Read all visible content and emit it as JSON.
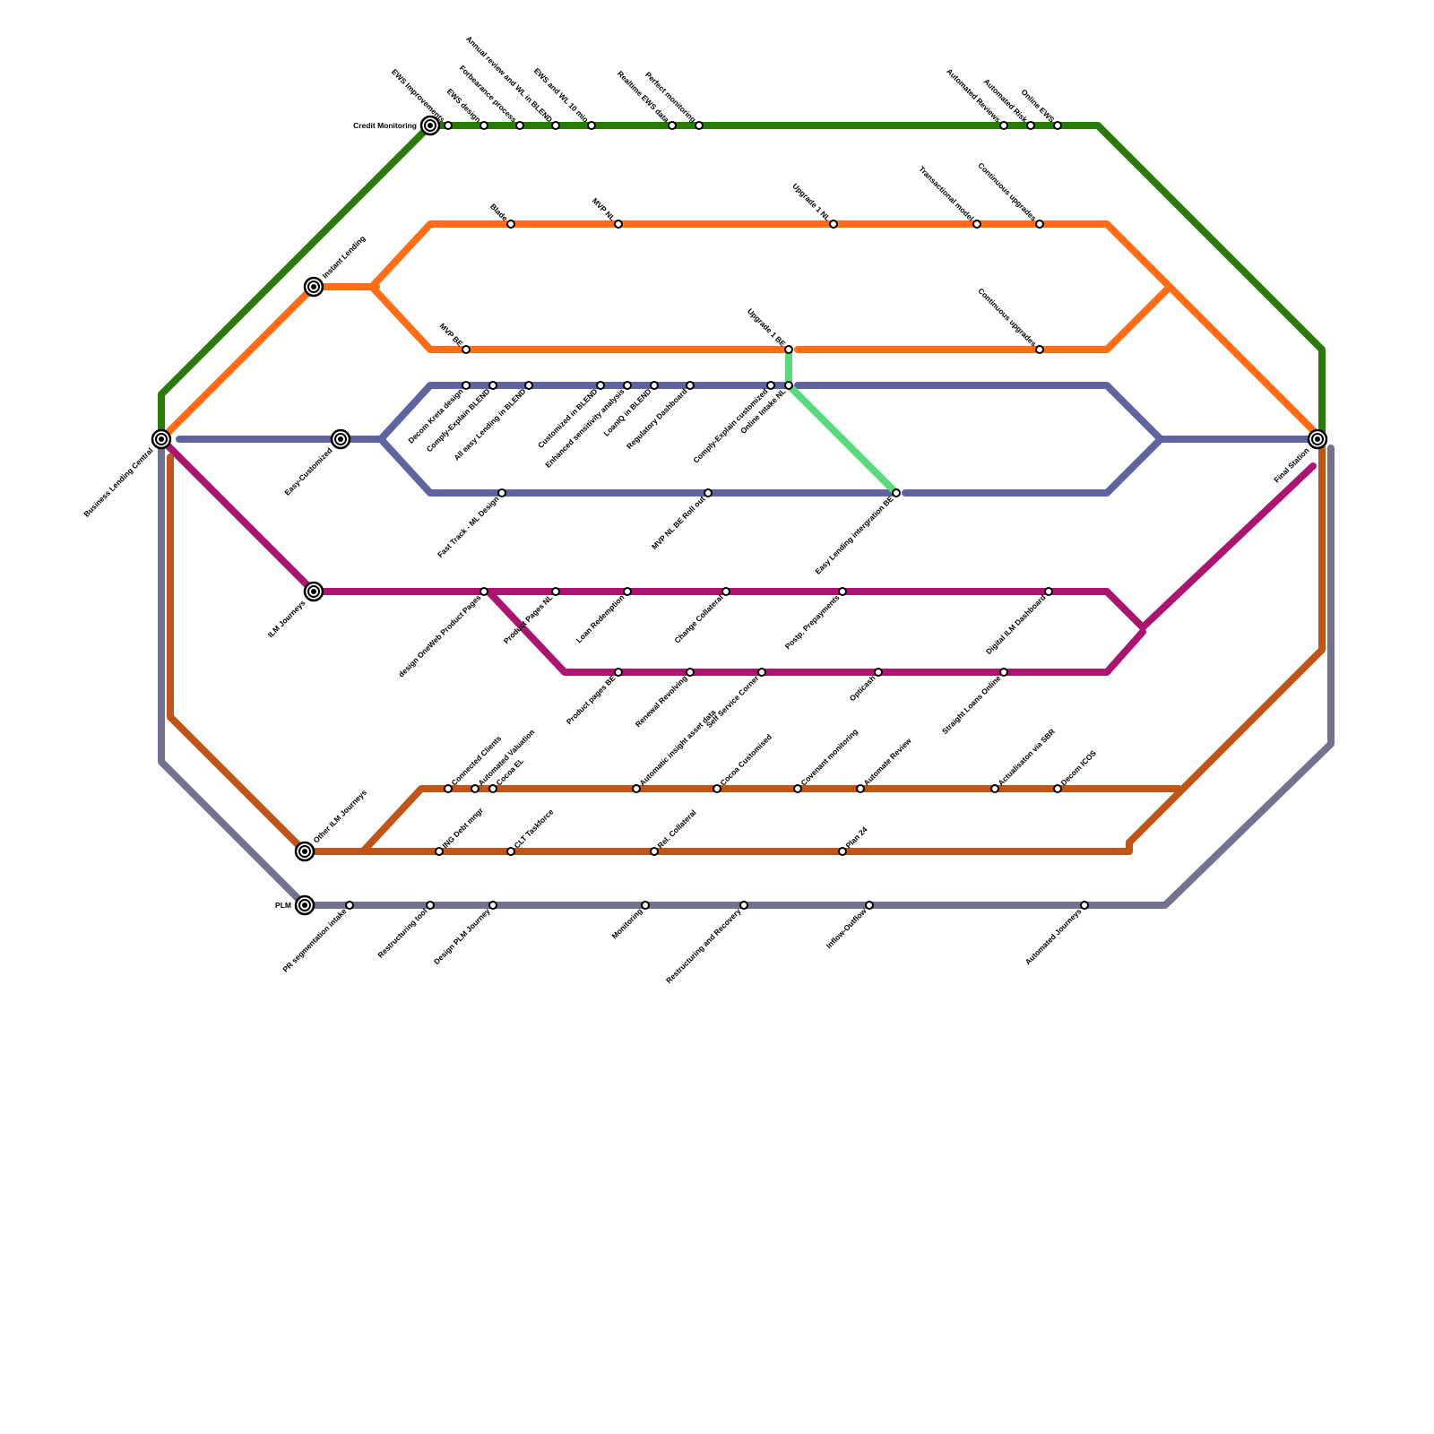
{
  "lines": [
    {
      "id": "credit-monitoring",
      "color": "#2a7a0a"
    },
    {
      "id": "instant-lending",
      "color": "#ff6d16"
    },
    {
      "id": "easy-customized",
      "color": "#5f63a0"
    },
    {
      "id": "upgrade-link",
      "color": "#58db7d"
    },
    {
      "id": "ilm-journeys",
      "color": "#aa1572"
    },
    {
      "id": "other-ilm-journeys",
      "color": "#bf5516"
    },
    {
      "id": "plm",
      "color": "#73738f"
    }
  ],
  "hubs": {
    "business_lending_central": "Business Lending Central",
    "final_station": "Final Station",
    "credit_monitoring": "Credit Monitoring",
    "instant_lending": "Instant Lending",
    "easy_customized": "Easy-Customized",
    "ilm_journeys": "ILM Journeys",
    "other_ilm_journeys": "Other ILM Journeys",
    "plm": "PLM"
  },
  "stations": {
    "ews_improvements": "EWS Improvements",
    "ews_design": "EWS design",
    "forbearance_process": "Forbearance process",
    "annual_review": "Annual review and WL in BLEND",
    "ews_wl_10": "EWS and WL 10 mio",
    "realtime_ews": "Realtime EWS data",
    "perfect_monitoring": "Perfect monitoring",
    "automated_reviews": "Automated Reviews",
    "automated_risk": "Automated Risk",
    "online_ews": "Online EWS",
    "blade": "Blade",
    "mvp_nl": "MVP NL",
    "upgrade_1_nl": "Upgrade 1 NL",
    "transactional_model": "Transactional model",
    "continuous_upgrades_1": "Continuous upgrades",
    "mvp_be": "MVP BE",
    "upgrade_1_be": "Upgrade 1 BE",
    "continuous_upgrades_2": "Continuous upgrades",
    "decom_kreta": "Decom Kreta design",
    "comply_explain_blend": "Comply-Explain BLEND",
    "all_easy_lending": "All easy Lending in BLEND",
    "customized_blend": "Customized in BLEND",
    "enhanced_sensitivity": "Enhanced sensitivity analysis",
    "loaniq_blend": "LoanIQ in BLEND",
    "regulatory_dashboard": "Regulatory Dashboard",
    "comply_explain_customized": "Comply-Explain customized",
    "online_intake_nl": "Online Intake NL",
    "fast_track_ml": "Fast Track - ML Design",
    "mvp_nl_be_rollout": "MVP NL BE Roll out",
    "easy_lending_integration_be": "Easy Lending intergration BE",
    "design_oneweb": "design OneWeb Product Pages",
    "product_pages_nl": "Product Pages NL",
    "loan_redemption": "Loan Redemption",
    "change_collateral": "Change Collateral",
    "postp_prepayments": "Postp. Prepayments",
    "digital_ilm_dashboard": "Digital ILM Dashboard",
    "product_pages_be": "Product pages BE",
    "renewal_revolving": "Renewal Revolving",
    "self_service_corner": "Self Service Corner",
    "opticash": "Opticash",
    "straight_loans_online": "Straight Loans Online",
    "connected_clients": "Connected Clients",
    "automated_valuation": "Automated Valuation",
    "cocoa_el": "Cocoa EL",
    "automatic_insight": "Automatic insight asset data",
    "cocoa_customised": "Cocoa Customised",
    "covenant_monitoring": "Covenant monitoring",
    "automate_review": "Automate Review",
    "actualisation_sbr": "Actualisaton via SBR",
    "decom_icos": "Decom ICOS",
    "ing_debt_mngr": "ING Debt mngr",
    "clt_taskforce": "CLT Taskforce",
    "rel_collateral": "Rel. Collateral",
    "plan_24": "Plan 24",
    "pr_segmentation": "PR segmentation intake",
    "restructuring_tool": "Restructuring tool",
    "design_plm_journey": "Design PLM Journey",
    "monitoring": "Monitoring",
    "restructuring_recovery": "Restructuring and Recovery",
    "inflow_outflow": "Inflow-Outflow",
    "automated_journeys": "Automated Journeys"
  }
}
